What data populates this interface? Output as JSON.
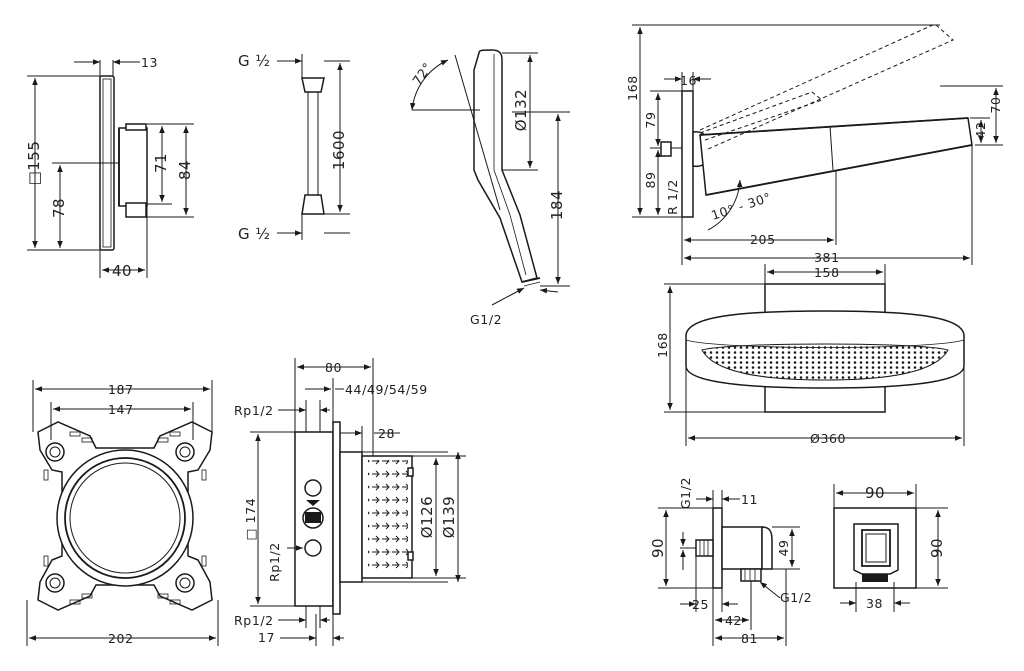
{
  "thermostat": {
    "d13": "13",
    "d155": "□155",
    "d78": "78",
    "d71": "71",
    "d84": "84",
    "d40": "40"
  },
  "hose": {
    "g_top": "G ½",
    "g_bottom": "G ½",
    "length": "1600"
  },
  "handshower": {
    "angle": "72°",
    "d132": "Ø132",
    "d184": "184",
    "g12": "G1/2"
  },
  "overhead_side": {
    "d168": "168",
    "d16": "16",
    "d79": "79",
    "d89": "89",
    "r12": "R 1/2",
    "angle": "10° - 30°",
    "d205": "205",
    "d381": "381",
    "d70": "70",
    "d42": "42"
  },
  "overhead_front": {
    "d158": "158",
    "d168": "168",
    "d360": "Ø360"
  },
  "ibox_front": {
    "d187": "187",
    "d147": "147",
    "d202": "202"
  },
  "ibox_side": {
    "d80": "80",
    "depths": "44/49/54/59",
    "d28": "28",
    "rp_top": "Rp1/2",
    "rp_mid": "Rp1/2",
    "rp_bottom": "Rp1/2",
    "d174": "□ 174",
    "d126": "Ø126",
    "d139": "Ø139",
    "d17": "17"
  },
  "outlet_side": {
    "g12_top": "G1/2",
    "d11": "11",
    "d90": "90",
    "d49": "49",
    "d25": "25",
    "d42": "42",
    "g12_side": "G1/2",
    "d81": "81"
  },
  "outlet_front": {
    "d90_top": "90",
    "d90_right": "90",
    "d38": "38"
  }
}
